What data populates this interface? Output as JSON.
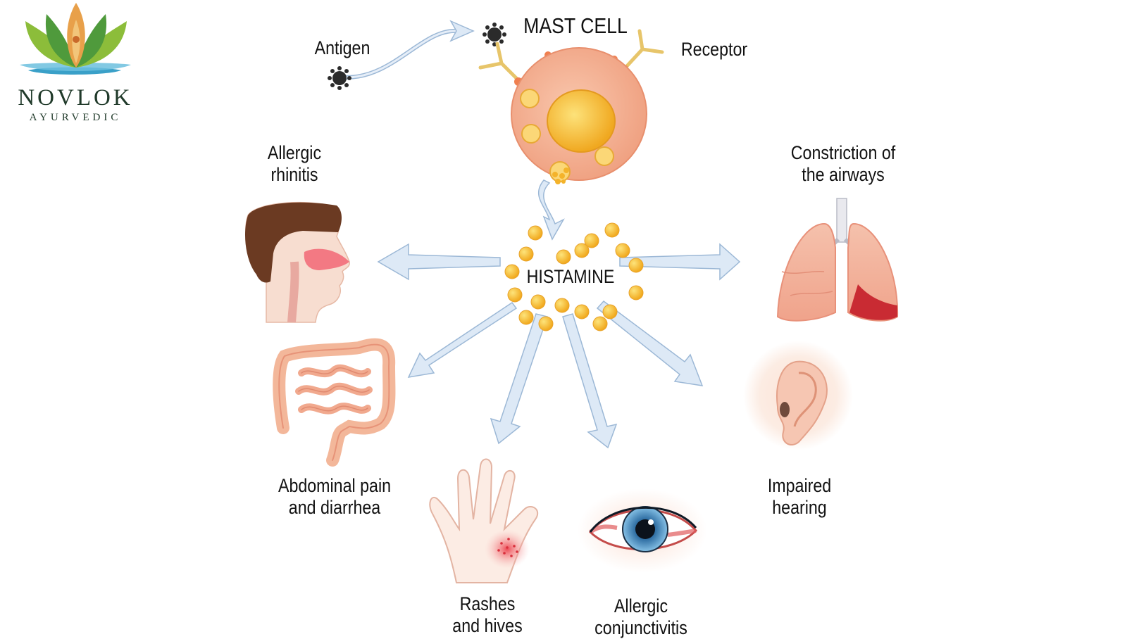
{
  "logo": {
    "name": "NOVLOK",
    "tagline": "AYURVEDIC"
  },
  "labels": {
    "mast_cell": "MAST CELL",
    "antigen": "Antigen",
    "receptor": "Receptor",
    "histamine": "HISTAMINE",
    "allergic_rhinitis": [
      "Allergic",
      "rhinitis"
    ],
    "constriction": [
      "Constriction of",
      "the airways"
    ],
    "abdominal": [
      "Abdominal pain",
      "and diarrhea"
    ],
    "hearing": [
      "Impaired",
      "hearing"
    ],
    "rashes": [
      "Rashes",
      "and hives"
    ],
    "conjunctivitis": [
      "Allergic",
      "conjunctivitis"
    ]
  },
  "colors": {
    "arrow_fill": "#dde9f6",
    "arrow_stroke": "#9cb8d6",
    "cell": "#f4b396",
    "nucleus": "#f7c33a",
    "granule": "#f8c436",
    "antigen": "#2b2b2b"
  }
}
